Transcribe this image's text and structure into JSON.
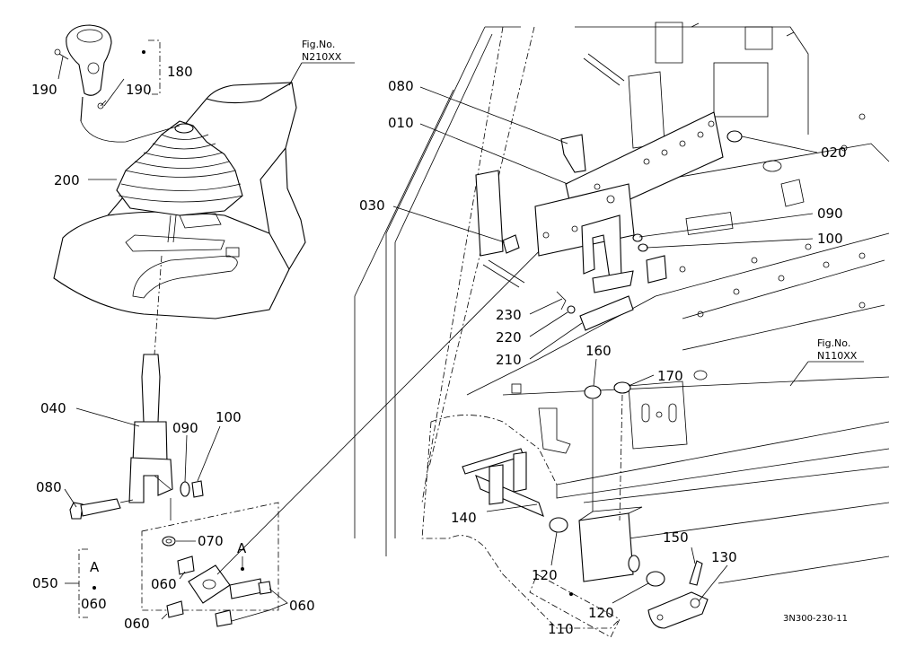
{
  "diagram": {
    "fig_refs": {
      "upper": {
        "line1": "Fig.No.",
        "line2": "N210XX"
      },
      "right": {
        "line1": "Fig.No.",
        "line2": "N110XX"
      }
    },
    "drawing_code": "3N300-230-11",
    "callouts": {
      "p180": "180",
      "p190a": "190",
      "p190b": "190",
      "p200": "200",
      "p040": "040",
      "p080l": "080",
      "p090l": "090",
      "p100l": "100",
      "p070": "070",
      "p050": "050",
      "p050_a": "A",
      "p050_060": "060",
      "p060a": "060",
      "p060b": "060",
      "p060c": "060",
      "p_a": "A",
      "p080r": "080",
      "p010": "010",
      "p020": "020",
      "p030": "030",
      "p090r": "090",
      "p100r": "100",
      "p230": "230",
      "p220": "220",
      "p210": "210",
      "p160": "160",
      "p170": "170",
      "p140": "140",
      "p120a": "120",
      "p120b": "120",
      "p110": "110",
      "p150": "150",
      "p130": "130"
    }
  }
}
